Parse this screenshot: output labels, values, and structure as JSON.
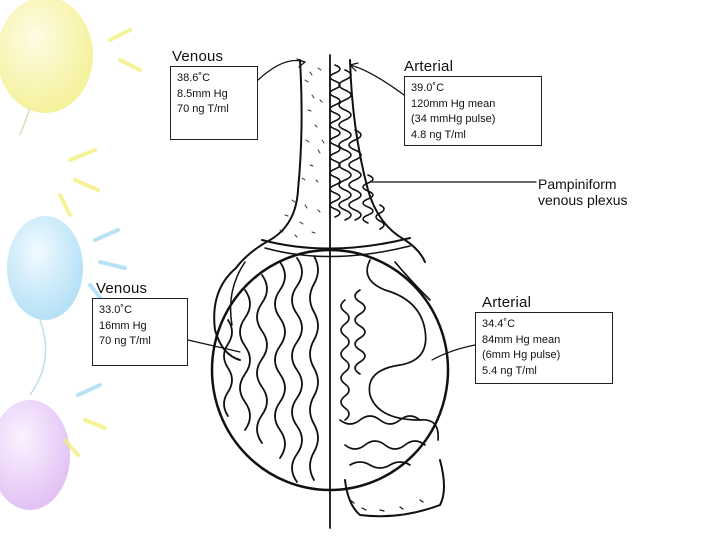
{
  "callouts": {
    "venous_top": {
      "heading": "Venous",
      "lines": [
        "38.6˚C",
        "8.5mm Hg",
        "70 ng T/ml"
      ]
    },
    "arterial_top": {
      "heading": "Arterial",
      "lines": [
        "39.0˚C",
        "120mm Hg mean",
        "(34 mmHg pulse)",
        "4.8 ng T/ml"
      ]
    },
    "venous_bottom": {
      "heading": "Venous",
      "lines": [
        "33.0˚C",
        "16mm Hg",
        "70 ng T/ml"
      ]
    },
    "arterial_bottom": {
      "heading": "Arterial",
      "lines": [
        "34.4˚C",
        "84mm Hg mean",
        "(6mm Hg pulse)",
        "5.4 ng T/ml"
      ]
    }
  },
  "plexus_label": {
    "line1": "Pampiniform",
    "line2": "venous plexus"
  }
}
